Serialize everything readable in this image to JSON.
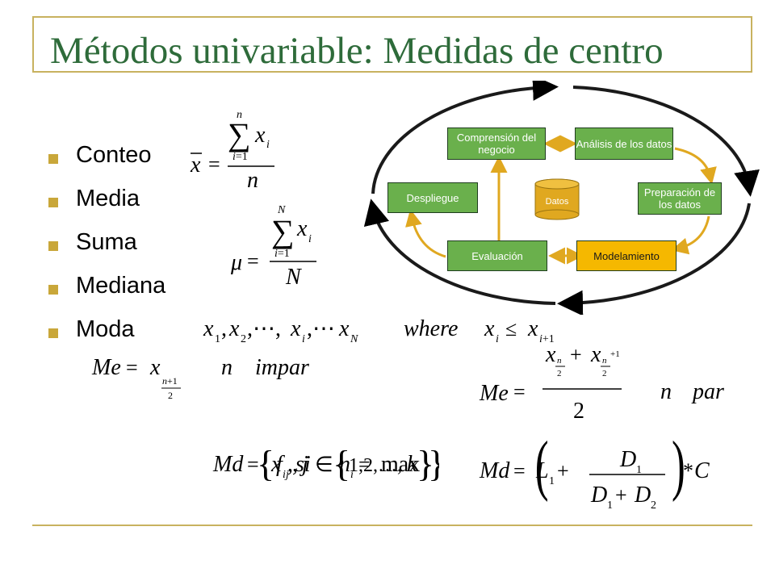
{
  "title": "Métodos univariable: Medidas de centro",
  "bullets": [
    "Conteo",
    "Media",
    "Suma",
    "Mediana",
    "Moda"
  ],
  "colors": {
    "title": "#2e6b3a",
    "accent": "#c9a73a",
    "box_green": "#6ab04c",
    "box_orange": "#f5b800",
    "arrow": "#e0a820"
  },
  "diagram": {
    "comprension": "Comprensión del negocio",
    "analisis": "Análisis de los datos",
    "preparacion": "Preparación de los datos",
    "modelamiento": "Modelamiento",
    "evaluacion": "Evaluación",
    "despliegue": "Despliegue",
    "datos": "Datos"
  }
}
